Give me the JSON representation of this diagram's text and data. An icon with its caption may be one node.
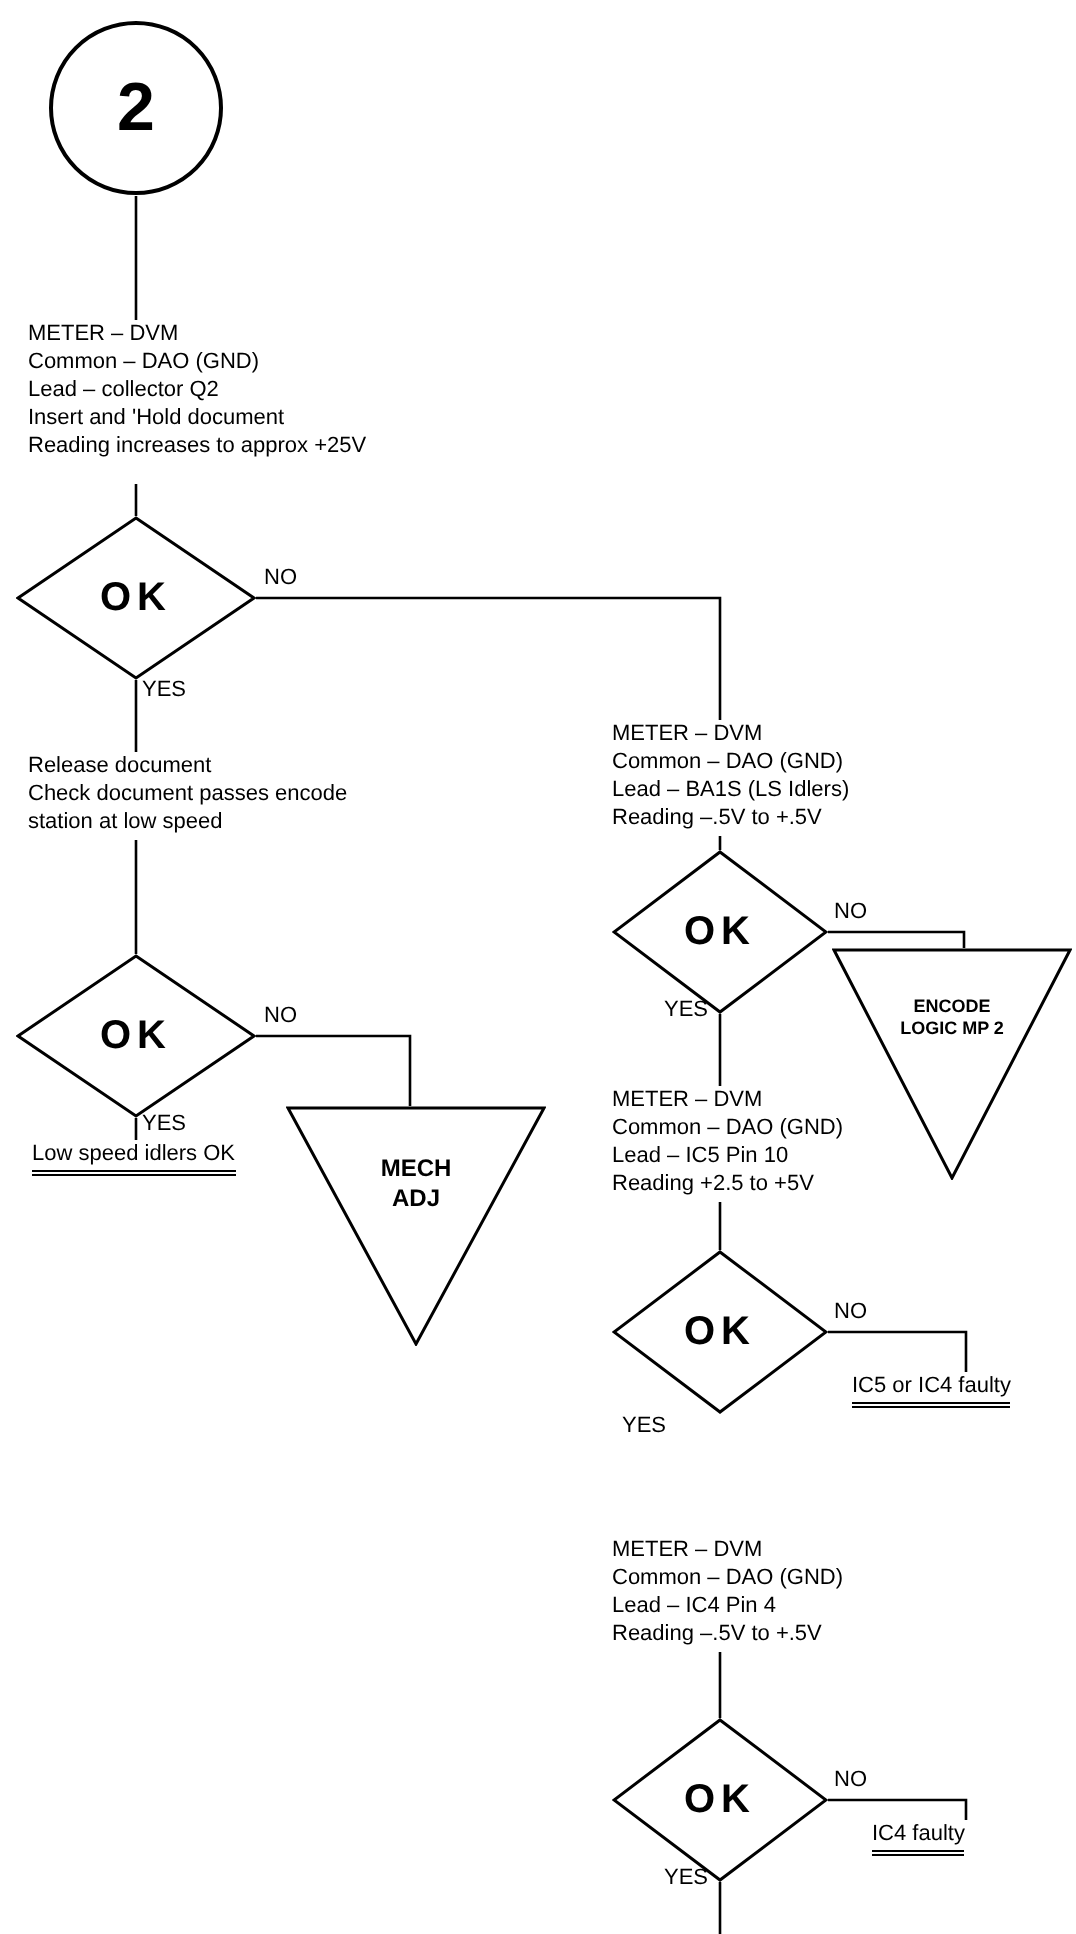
{
  "diagram": {
    "nodes": [
      {
        "text": [
          "2"
        ]
      },
      {
        "text": [
          "METER – DVM",
          "Common – DAO (GND)",
          "Lead – collector Q2",
          "Insert and 'Hold document",
          "Reading increases to approx +25V"
        ]
      },
      {
        "text": [
          "OK"
        ]
      },
      {
        "text": [
          "Release document",
          "Check document passes encode station at low speed"
        ]
      },
      {
        "text": [
          "OK"
        ]
      },
      {
        "text": [
          "Low speed idlers OK"
        ]
      },
      {
        "text": [
          "MECH ADJ"
        ]
      },
      {
        "text": [
          "METER – DVM",
          "Common – DAO (GND)",
          "Lead – BA1S (LS Idlers)",
          "Reading –.5V to +.5V"
        ]
      },
      {
        "text": [
          "OK"
        ]
      },
      {
        "text": [
          "ENCODE LOGIC MP 2"
        ]
      },
      {
        "text": [
          "METER – DVM",
          "Common – DAO (GND)",
          "Lead – IC5 Pin 10",
          "Reading +2.5 to +5V"
        ]
      },
      {
        "text": [
          "OK"
        ],
        "beside": [
          "YES"
        ]
      },
      {
        "text": [
          "IC5 or IC4 faulty"
        ]
      },
      {
        "text": [
          "METER – DVM",
          "Common – DAO (GND)",
          "Lead – IC4 Pin 4",
          "Reading –.5V to +.5V"
        ]
      },
      {
        "text": [
          "OK"
        ]
      },
      {
        "text": [
          "IC4 faulty"
        ]
      }
    ],
    "edges": [
      {
        "from": 0,
        "to": 1,
        "arrow": "none"
      },
      {
        "from": 1,
        "to": 2,
        "arrow": "none"
      },
      {
        "from": 2,
        "to": 3,
        "arrow": "none",
        "label": "YES"
      },
      {
        "from": 2,
        "to": 7,
        "arrow": "none",
        "label": "NO"
      },
      {
        "from": 3,
        "to": 4,
        "arrow": "none"
      },
      {
        "from": 4,
        "to": 5,
        "arrow": "none",
        "label": "YES"
      },
      {
        "from": 4,
        "to": 6,
        "arrow": "none",
        "label": "NO"
      },
      {
        "from": 7,
        "to": 8,
        "arrow": "none"
      },
      {
        "from": 8,
        "to": 9,
        "arrow": "none",
        "label": "NO"
      },
      {
        "from": 8,
        "to": 10,
        "arrow": "none",
        "label": "YES"
      },
      {
        "from": 10,
        "to": 11,
        "arrow": "none"
      },
      {
        "from": 11,
        "to": 12,
        "arrow": "none",
        "label": "NO"
      },
      {
        "from": 13,
        "to": 14,
        "arrow": "none"
      },
      {
        "from": 14,
        "to": null,
        "arrow": "none",
        "label": "YES"
      },
      {
        "from": 14,
        "to": 15,
        "arrow": "none",
        "label": "NO"
      }
    ]
  }
}
